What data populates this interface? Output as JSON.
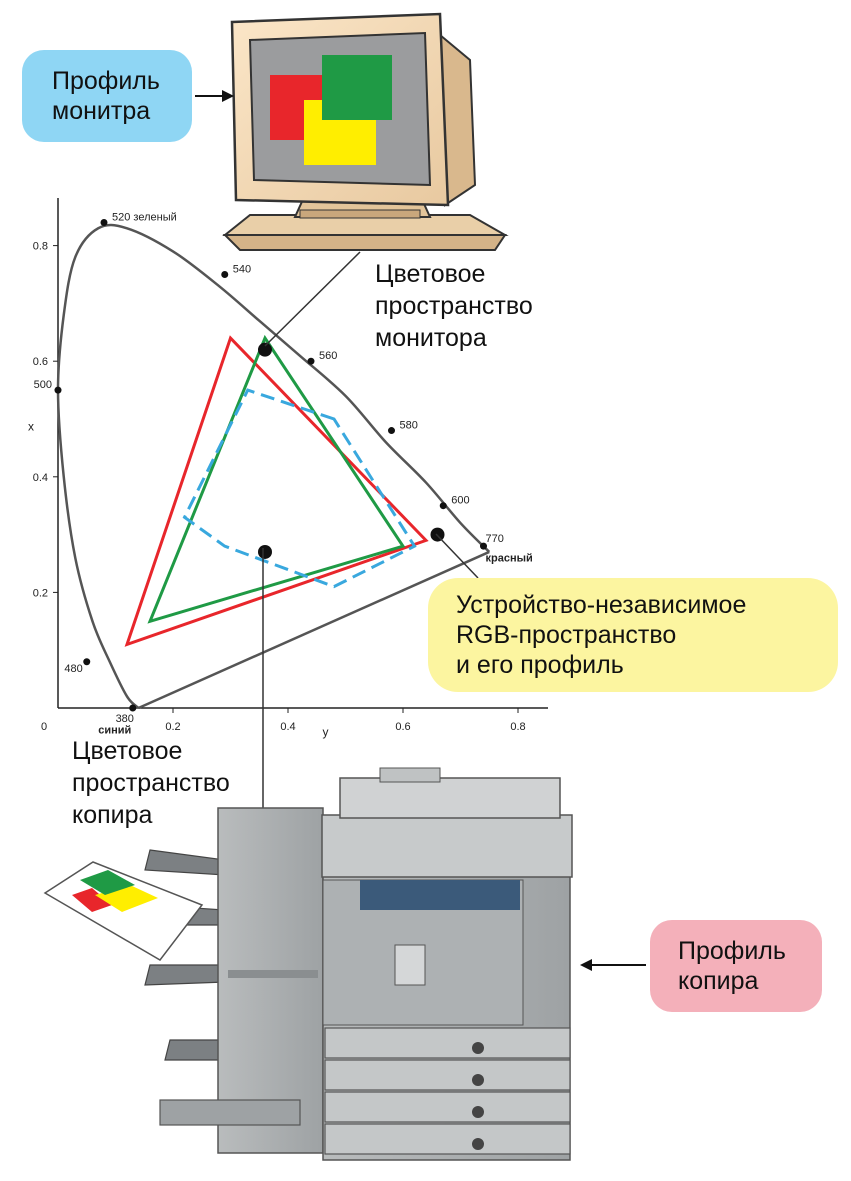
{
  "callouts": {
    "monitor_profile": [
      "Профиль",
      "монитра"
    ],
    "rgb_profile": [
      "Устройство-независимое",
      "RGB-пространство",
      "и его профиль"
    ],
    "copier_profile": [
      "Профиль",
      "копира"
    ]
  },
  "labels": {
    "monitor_space": [
      "Цветовое",
      "пространство",
      "монитора"
    ],
    "copier_space": [
      "Цветовое",
      "пространство",
      "копира"
    ]
  },
  "chart_data": {
    "type": "scatter",
    "xlabel": "y",
    "ylabel": "x",
    "x_ticks": [
      "0",
      "0.2",
      "0.4",
      "0.6",
      "0.8"
    ],
    "y_ticks": [
      "0.2",
      "0.4",
      "0.6",
      "0.8"
    ],
    "locus_labels": [
      {
        "text": "520 зеленый",
        "x": 0.08,
        "y": 0.84
      },
      {
        "text": "540",
        "x": 0.29,
        "y": 0.75
      },
      {
        "text": "560",
        "x": 0.44,
        "y": 0.6
      },
      {
        "text": "580",
        "x": 0.58,
        "y": 0.48
      },
      {
        "text": "600",
        "x": 0.67,
        "y": 0.35
      },
      {
        "text": "770",
        "x": 0.74,
        "y": 0.28
      },
      {
        "text": "красный",
        "x": 0.74,
        "y": 0.26
      },
      {
        "text": "500",
        "x": 0.0,
        "y": 0.55
      },
      {
        "text": "480",
        "x": 0.05,
        "y": 0.08
      },
      {
        "text": "380",
        "x": 0.13,
        "y": 0.0
      },
      {
        "text": "синий",
        "x": 0.13,
        "y": -0.02
      }
    ],
    "locus": [
      [
        0.14,
        0.0
      ],
      [
        0.12,
        0.02
      ],
      [
        0.09,
        0.08
      ],
      [
        0.06,
        0.15
      ],
      [
        0.03,
        0.26
      ],
      [
        0.01,
        0.4
      ],
      [
        0.0,
        0.55
      ],
      [
        0.01,
        0.68
      ],
      [
        0.03,
        0.78
      ],
      [
        0.07,
        0.83
      ],
      [
        0.12,
        0.83
      ],
      [
        0.2,
        0.79
      ],
      [
        0.28,
        0.73
      ],
      [
        0.35,
        0.67
      ],
      [
        0.42,
        0.61
      ],
      [
        0.5,
        0.54
      ],
      [
        0.57,
        0.46
      ],
      [
        0.64,
        0.39
      ],
      [
        0.7,
        0.32
      ],
      [
        0.75,
        0.27
      ]
    ],
    "series": [
      {
        "points": [
          [
            0.64,
            0.29
          ],
          [
            0.3,
            0.64
          ],
          [
            0.12,
            0.11
          ]
        ],
        "color": "#e8262b"
      },
      {
        "points": [
          [
            0.6,
            0.28
          ],
          [
            0.36,
            0.64
          ],
          [
            0.16,
            0.15
          ]
        ],
        "color": "#1f9a45"
      },
      {
        "points": [
          [
            0.48,
            0.5
          ],
          [
            0.33,
            0.55
          ],
          [
            0.22,
            0.33
          ],
          [
            0.29,
            0.28
          ],
          [
            0.48,
            0.21
          ],
          [
            0.62,
            0.28
          ]
        ],
        "color": "#39a8de"
      }
    ],
    "markers": [
      {
        "name": "monitor-space-point",
        "x": 0.36,
        "y": 0.62
      },
      {
        "name": "rgb-space-point",
        "x": 0.66,
        "y": 0.3
      },
      {
        "name": "copier-space-point",
        "x": 0.36,
        "y": 0.27
      }
    ],
    "xlim": [
      0,
      0.85
    ],
    "ylim": [
      0,
      0.9
    ]
  },
  "colors": {
    "red": "#e8262b",
    "green": "#1f9a45",
    "blue_dashed": "#39a8de",
    "yellow": "#ffee00",
    "monitor_callout": "#8fd6f4",
    "rgb_callout": "#fcf5a0",
    "copier_callout": "#f4b0ba"
  }
}
